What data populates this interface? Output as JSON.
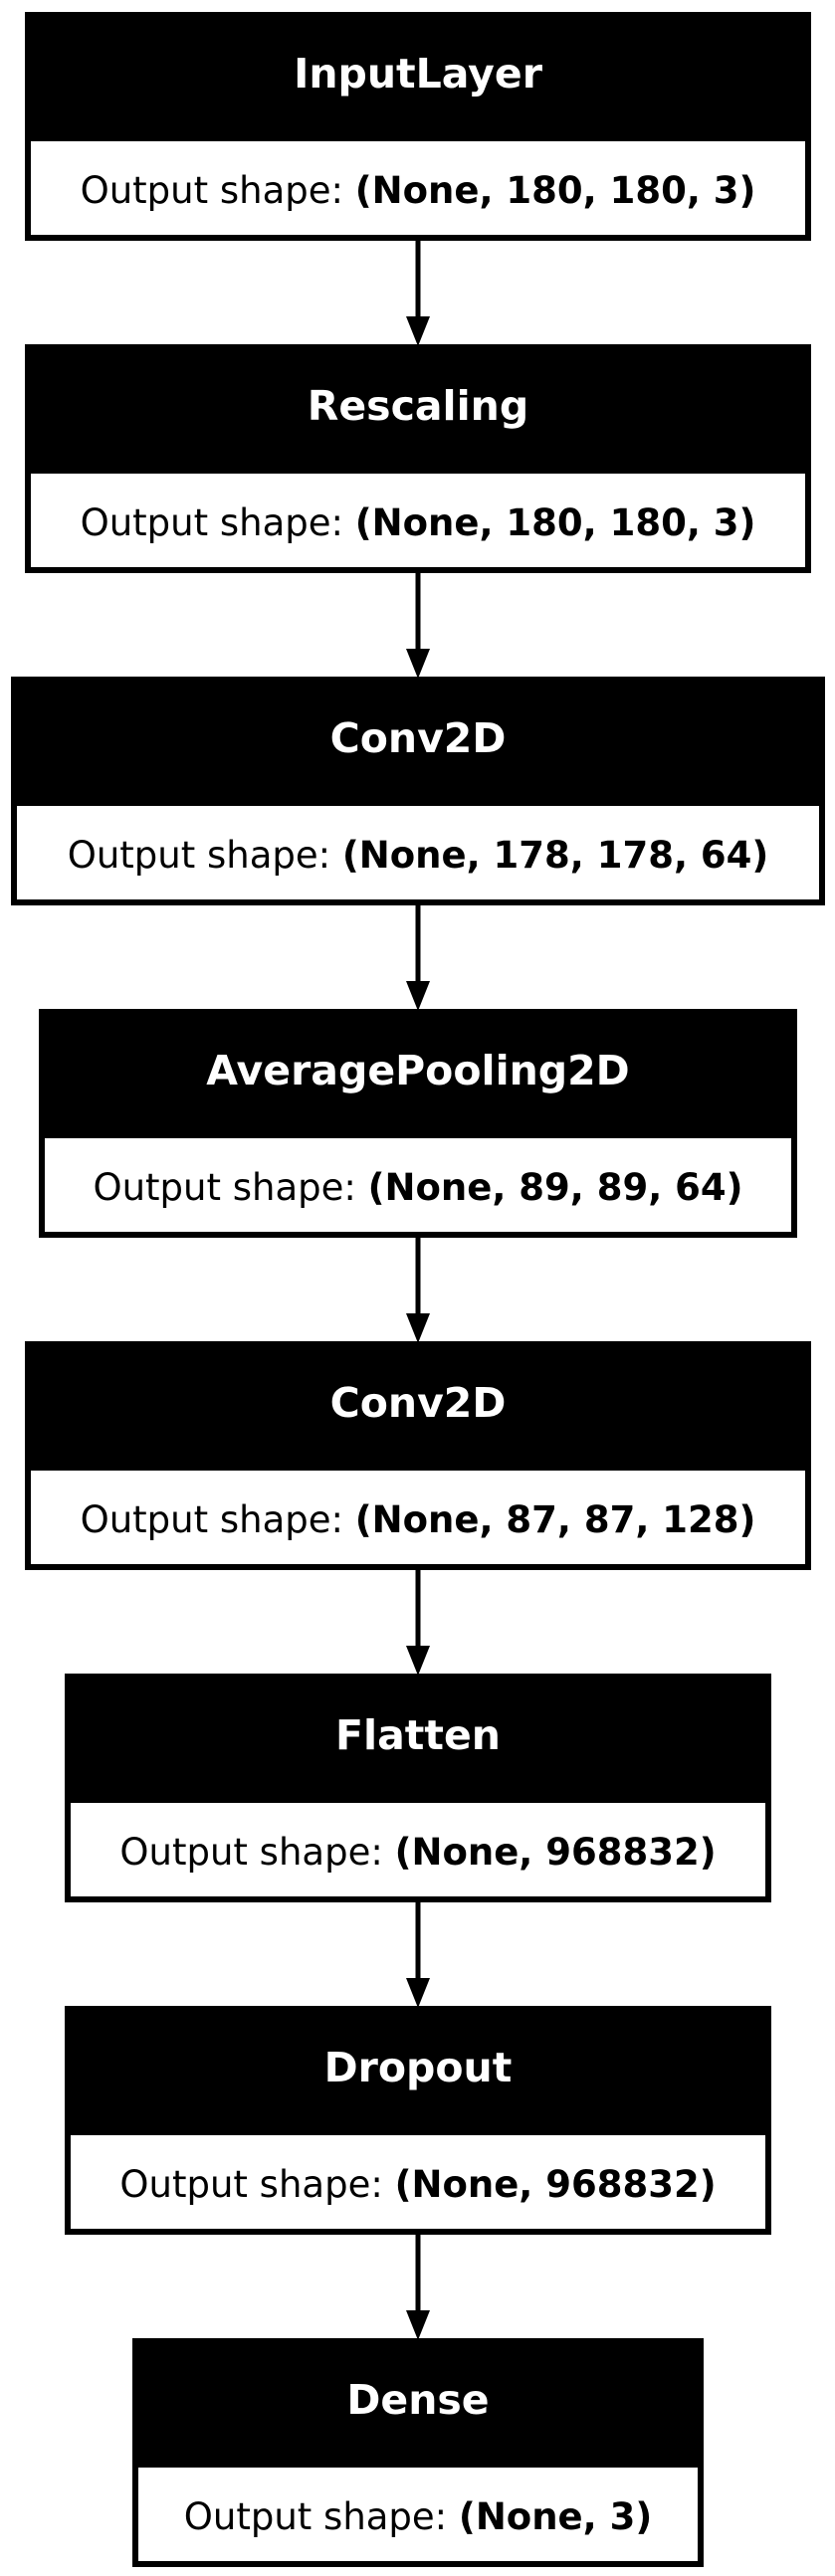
{
  "output_shape_label": "Output shape:",
  "layers": [
    {
      "name": "InputLayer",
      "output_shape": "(None, 180, 180, 3)"
    },
    {
      "name": "Rescaling",
      "output_shape": "(None, 180, 180, 3)"
    },
    {
      "name": "Conv2D",
      "output_shape": "(None, 178, 178, 64)"
    },
    {
      "name": "AveragePooling2D",
      "output_shape": "(None, 89, 89, 64)"
    },
    {
      "name": "Conv2D",
      "output_shape": "(None, 87, 87, 128)"
    },
    {
      "name": "Flatten",
      "output_shape": "(None, 968832)"
    },
    {
      "name": "Dropout",
      "output_shape": "(None, 968832)"
    },
    {
      "name": "Dense",
      "output_shape": "(None, 3)"
    }
  ]
}
